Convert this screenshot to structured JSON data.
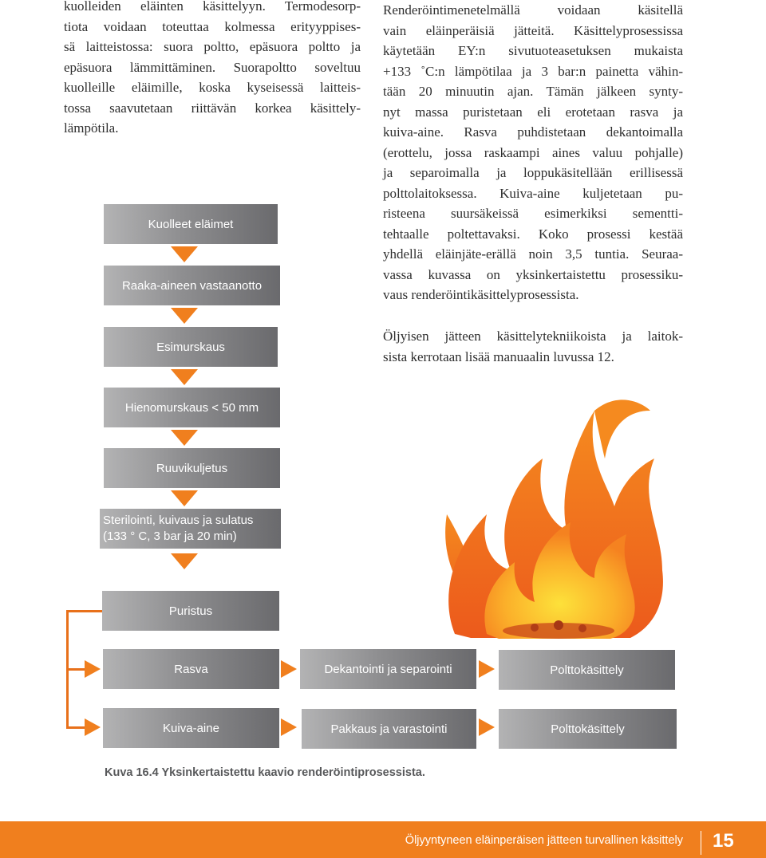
{
  "left_paragraph": [
    "kuolleiden eläinten käsittelyyn. Termodesorp-",
    "tiota voidaan toteuttaa kolmessa erityyppises-",
    "sä laitteistossa: suora poltto, epäsuora poltto ja",
    "epäsuora lämmittäminen. Suorapoltto soveltuu",
    "kuolleille eläimille, koska kyseisessä laitteis-",
    "tossa saavutetaan riittävän korkea käsittely-",
    "lämpötila."
  ],
  "right_paragraph": [
    "Renderöintimenetelmällä voidaan käsitellä",
    "vain eläinperäisiä jätteitä. Käsittelyprosessissa",
    "käytetään EY:n sivutuoteasetuksen mukaista",
    "+133 ˚C:n lämpötilaa ja 3 bar:n painetta vähin-",
    "tään 20 minuutin ajan. Tämän jälkeen synty-",
    "nyt massa puristetaan eli erotetaan rasva ja",
    "kuiva-aine. Rasva puhdistetaan dekantoimalla",
    "(erottelu, jossa raskaampi aines valuu pohjalle)",
    "ja separoimalla ja loppukäsitellään erillisessä",
    "polttolaitoksessa. Kuiva-aine kuljetetaan pu-",
    "risteena suursäkeissä esimerkiksi sementti-",
    "tehtaalle poltettavaksi. Koko prosessi kestää",
    "yhdellä eläinjäte-erällä noin 3,5 tuntia. Seuraa-",
    "vassa kuvassa on yksinkertaistettu prosessiku-",
    "vaus renderöintikäsittelyprosessista."
  ],
  "right_paragraph_2": [
    "Öljyisen jätteen käsittelytekniikoista ja laitok-",
    "sista kerrotaan lisää manuaalin luvussa 12."
  ],
  "flow": {
    "step1": "Kuolleet eläimet",
    "step2": "Raaka-aineen vastaanotto",
    "step3": "Esimurskaus",
    "step4": "Hienomurskaus < 50 mm",
    "step5": "Ruuvikuljetus",
    "step6_line1": "Sterilointi, kuivaus ja sulatus",
    "step6_line2": "(133 ° C, 3 bar ja 20 min)",
    "step7": "Puristus",
    "fat": "Rasva",
    "fat_process": "Dekantointi ja separointi",
    "fat_final": "Polttokäsittely",
    "dry": "Kuiva-aine",
    "dry_process": "Pakkaus ja varastointi",
    "dry_final": "Polttokäsittely"
  },
  "caption": "Kuva 16.4 Yksinkertaistettu kaavio renderöintiprosessista.",
  "footer": {
    "title": "Öljyyntyneen eläinperäisen jätteen turvallinen käsittely",
    "page_number": "15"
  },
  "colors": {
    "accent_orange": "#f07f1e",
    "box_gray_dark": "#6a6a6d",
    "box_gray_light": "#b3b3b4"
  },
  "illustration": "fire-icon"
}
